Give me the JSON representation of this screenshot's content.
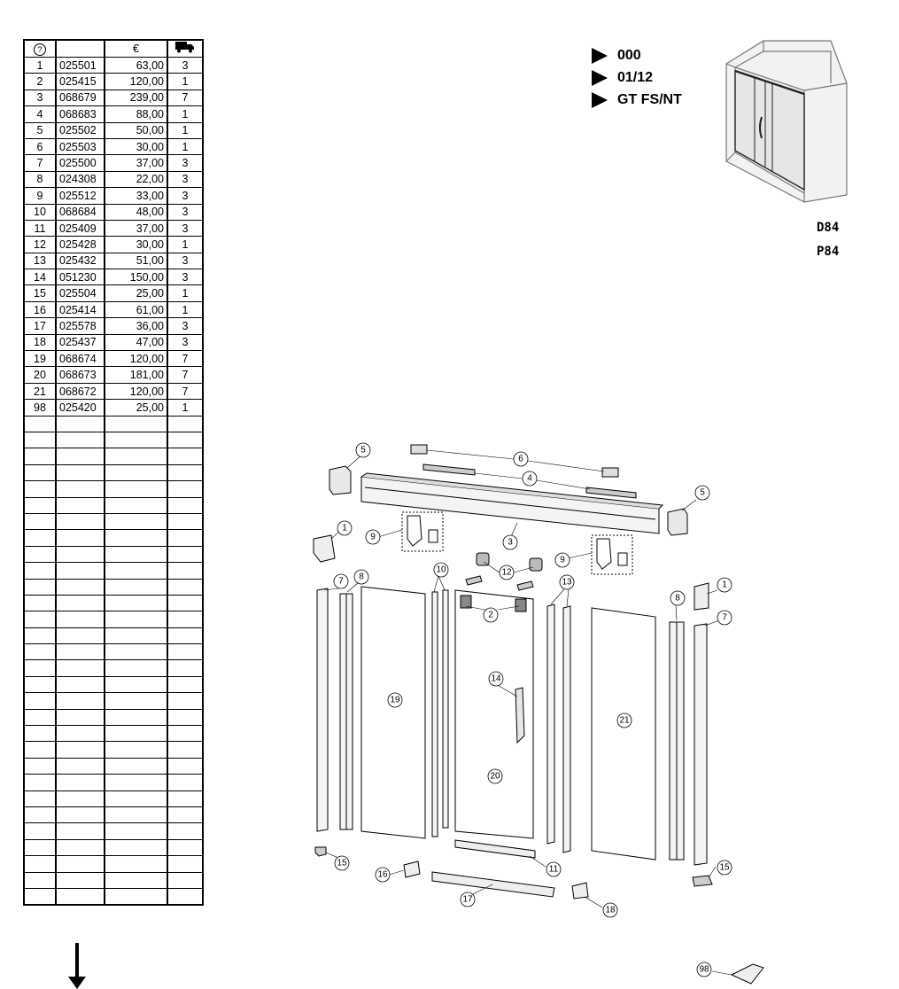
{
  "table": {
    "headers": {
      "pos_icon": "?",
      "code": "",
      "price": "€",
      "delivery_icon": "delivery-truck-icon"
    },
    "rows": [
      {
        "pos": "1",
        "code": "025501",
        "price": "63,00",
        "del": "3"
      },
      {
        "pos": "2",
        "code": "025415",
        "price": "120,00",
        "del": "1"
      },
      {
        "pos": "3",
        "code": "068679",
        "price": "239,00",
        "del": "7"
      },
      {
        "pos": "4",
        "code": "068683",
        "price": "88,00",
        "del": "1"
      },
      {
        "pos": "5",
        "code": "025502",
        "price": "50,00",
        "del": "1"
      },
      {
        "pos": "6",
        "code": "025503",
        "price": "30,00",
        "del": "1"
      },
      {
        "pos": "7",
        "code": "025500",
        "price": "37,00",
        "del": "3"
      },
      {
        "pos": "8",
        "code": "024308",
        "price": "22,00",
        "del": "3"
      },
      {
        "pos": "9",
        "code": "025512",
        "price": "33,00",
        "del": "3"
      },
      {
        "pos": "10",
        "code": "068684",
        "price": "48,00",
        "del": "3"
      },
      {
        "pos": "11",
        "code": "025409",
        "price": "37,00",
        "del": "3"
      },
      {
        "pos": "12",
        "code": "025428",
        "price": "30,00",
        "del": "1"
      },
      {
        "pos": "13",
        "code": "025432",
        "price": "51,00",
        "del": "3"
      },
      {
        "pos": "14",
        "code": "051230",
        "price": "150,00",
        "del": "3"
      },
      {
        "pos": "15",
        "code": "025504",
        "price": "25,00",
        "del": "1"
      },
      {
        "pos": "16",
        "code": "025414",
        "price": "61,00",
        "del": "1"
      },
      {
        "pos": "17",
        "code": "025578",
        "price": "36,00",
        "del": "3"
      },
      {
        "pos": "18",
        "code": "025437",
        "price": "47,00",
        "del": "3"
      },
      {
        "pos": "19",
        "code": "068674",
        "price": "120,00",
        "del": "7"
      },
      {
        "pos": "20",
        "code": "068673",
        "price": "181,00",
        "del": "7"
      },
      {
        "pos": "21",
        "code": "068672",
        "price": "120,00",
        "del": "7"
      },
      {
        "pos": "98",
        "code": "025420",
        "price": "25,00",
        "del": "1"
      }
    ],
    "empty_rows": 30
  },
  "info": {
    "line1": "000",
    "line2": "01/12",
    "line3": "GT FS/NT"
  },
  "codes": {
    "d": "D84",
    "p": "P84"
  },
  "callouts": [
    "1",
    "2",
    "3",
    "4",
    "5",
    "6",
    "7",
    "8",
    "9",
    "10",
    "11",
    "12",
    "13",
    "14",
    "15",
    "16",
    "17",
    "18",
    "19",
    "20",
    "21",
    "98"
  ]
}
